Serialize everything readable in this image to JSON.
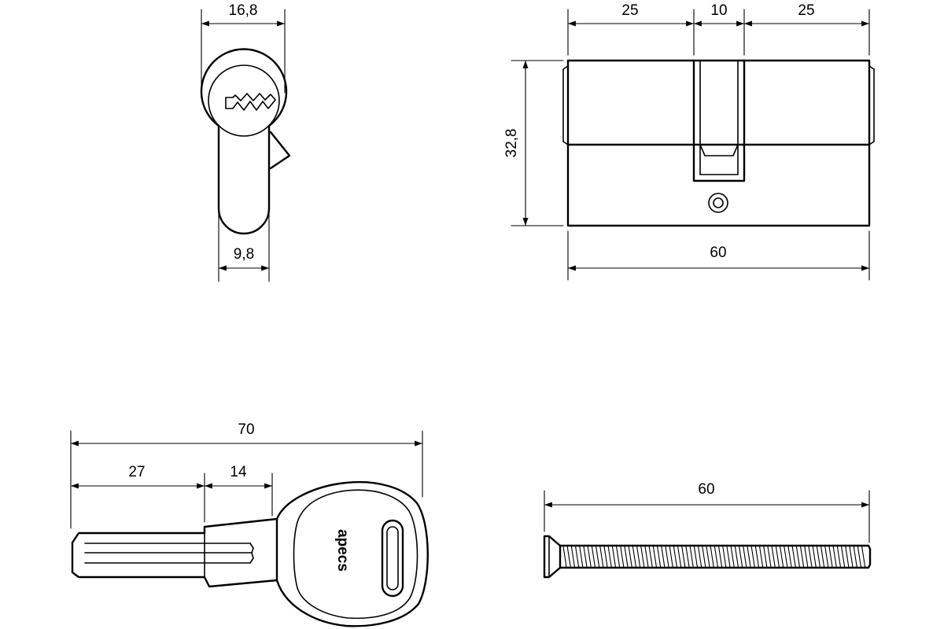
{
  "dimensions": {
    "front_width": "16,8",
    "front_bottom": "9,8",
    "side_left": "25",
    "side_middle": "10",
    "side_right": "25",
    "side_height": "32,8",
    "side_length": "60",
    "key_total": "70",
    "key_blade": "27",
    "key_shoulder": "14",
    "screw_length": "60"
  },
  "key": {
    "brand_text": "apecs"
  },
  "colors": {
    "line": "#000000",
    "background": "#ffffff"
  }
}
